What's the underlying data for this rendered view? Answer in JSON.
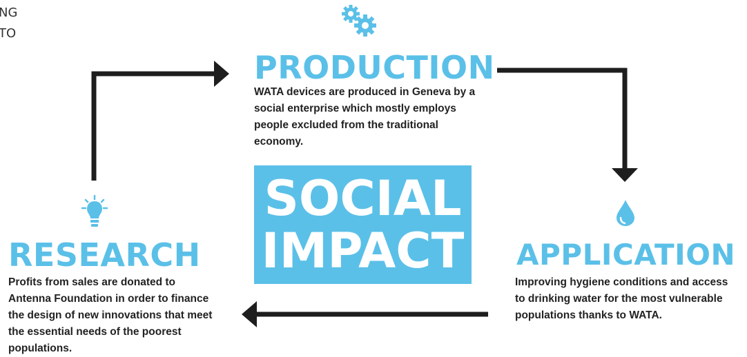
{
  "corner": {
    "line1": "NG",
    "line2": "TO"
  },
  "production": {
    "title": "PRODUCTION",
    "text": "WATA devices are produced in Geneva by a social enterprise which mostly employs people excluded from the traditional economy."
  },
  "research": {
    "title": "RESEARCH",
    "text": "Profits from sales are donated to Antenna Foundation in order to finance the design of new innovations that meet the essential needs of the poorest populations."
  },
  "application": {
    "title": "APPLICATION",
    "text": "Improving hygiene conditions and access to drinking water for the most vulnerable populations thanks to WATA."
  },
  "center": {
    "line1": "SOCIAL",
    "line2": "IMPACT"
  },
  "icons": {
    "production": "gears-icon",
    "research": "lightbulb-icon",
    "application": "water-drop-icon"
  },
  "colors": {
    "accent": "#5bc0e8",
    "arrow": "#1e1e1e",
    "text": "#222222"
  }
}
